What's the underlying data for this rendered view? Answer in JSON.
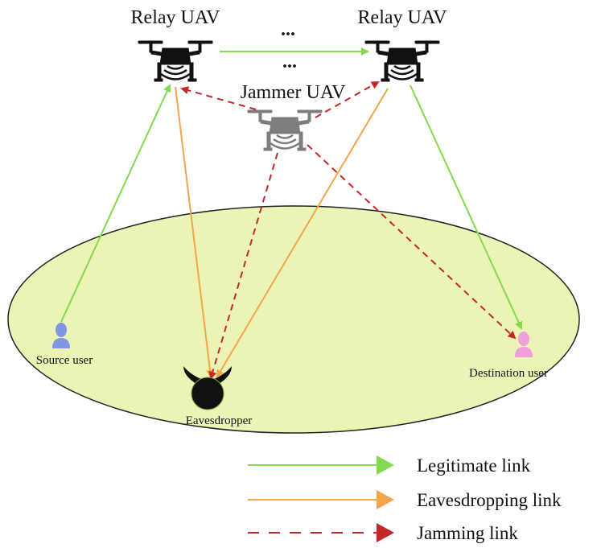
{
  "nodes": {
    "relay_left_label": "Relay UAV",
    "relay_right_label": "Relay UAV",
    "jammer_label": "Jammer UAV",
    "ellipsis_top": "...",
    "ellipsis_mid": "...",
    "source_label": "Source user",
    "destination_label": "Destination user",
    "eavesdropper_label": "Eavesdropper"
  },
  "legend": {
    "legitimate": "Legitimate link",
    "eavesdropping": "Eavesdropping link",
    "jamming": "Jamming link"
  },
  "colors": {
    "legitimate": "#84d94e",
    "eavesdropping": "#f2a54a",
    "jamming": "#c0282a",
    "ground": "#ecf4b5",
    "relay_uav": "#111111",
    "jammer_uav": "#7d7d7d",
    "source_user": "#7f96e4",
    "destination_user": "#ef9fdc",
    "eavesdropper": "#111111"
  },
  "icons": {
    "relay": "drone-icon",
    "jammer": "drone-icon",
    "source": "user-icon",
    "destination": "user-icon",
    "eavesdropper": "devil-icon"
  }
}
